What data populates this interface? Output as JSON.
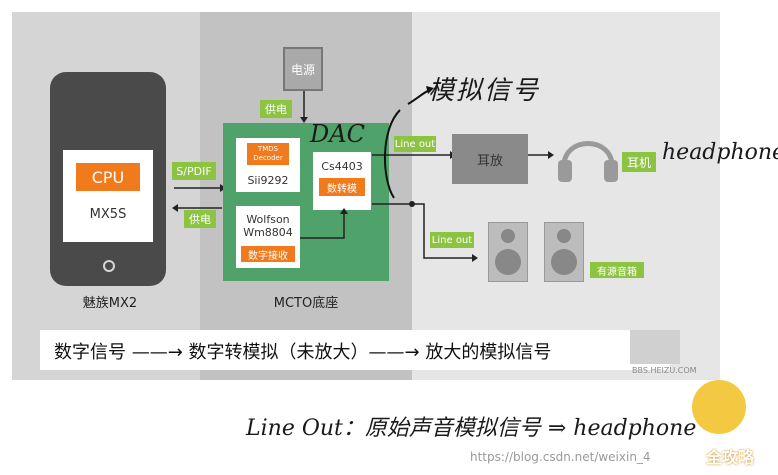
{
  "left": {
    "cpu": "CPU",
    "chip": "MX5S",
    "caption": "魅族MX2"
  },
  "mid": {
    "spdif": "S/PDIF",
    "power_supply_1": "供电",
    "power_supply_2": "供电",
    "power_source": "电源",
    "tmds": "TMDS\nDecoder",
    "sii": "Sii9292",
    "cs": "Cs4403",
    "dac_label": "数转模",
    "dac_hand": "DAC",
    "wolfson": "Wolfson\nWm8804",
    "receiver": "数字接收",
    "caption": "MCTO底座"
  },
  "right": {
    "lineout_1": "Line out",
    "lineout_2": "Line out",
    "amp": "耳放",
    "earphone": "耳机",
    "speakers": "有源音箱",
    "hand_analog": "模拟信号",
    "hand_headphone": "headphone"
  },
  "banner": {
    "text": "数字信号 ——→ 数字转模拟（未放大）——→ 放大的模拟信号"
  },
  "watermark": {
    "site": "BBS.HEIZU.COM"
  },
  "note": {
    "text": "Line Out：原始声音模拟信号 ⇒ headphone"
  },
  "footer": {
    "url": "https://blog.csdn.net/weixin_4",
    "brand": "全攻略"
  }
}
